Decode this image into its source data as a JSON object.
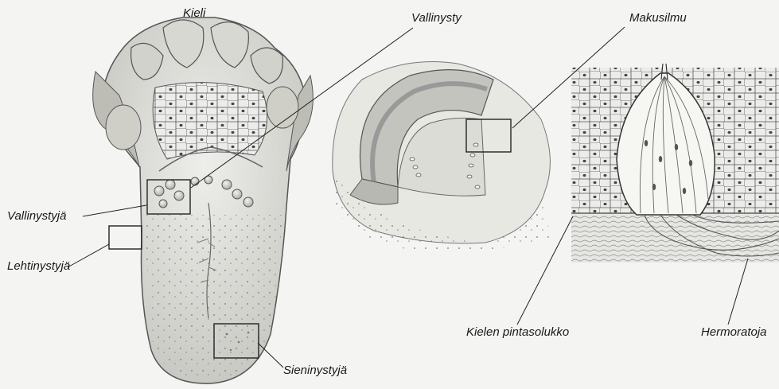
{
  "labels": {
    "tongue": "Kieli",
    "vallate_papilla": "Vallinysty",
    "taste_bud": "Makusilmu",
    "vallate_papillae": "Vallinystyjä",
    "foliate_papillae": "Lehtinystyjä",
    "fungiform_papillae": "Sieninystyjä",
    "surface_epithelium": "Kielen pintasolukko",
    "nerve_fibers": "Hermoratoja"
  }
}
